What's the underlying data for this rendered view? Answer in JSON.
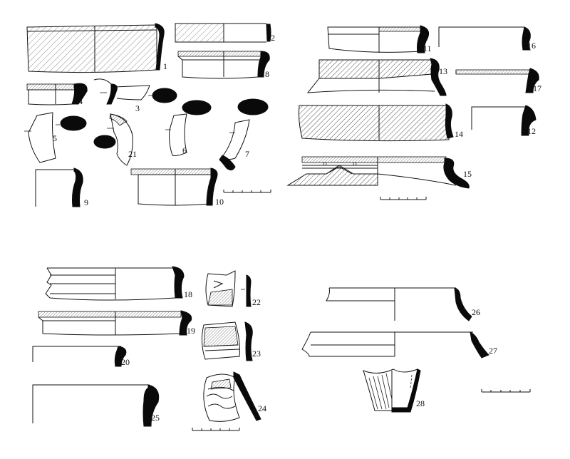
{
  "figure": {
    "sherd_numbers": {
      "n1": "1",
      "n2": "2",
      "n3": "3",
      "n4": "4",
      "n5": "5",
      "n6": "6",
      "n7": "7",
      "n8": "8",
      "n9": "9",
      "n10": "10",
      "n11": "11",
      "n12": "12",
      "n13": "13",
      "n14": "14",
      "n15": "15",
      "n16": "16",
      "n17": "17",
      "n18": "18",
      "n19": "19",
      "n20": "20",
      "n21": "21",
      "n22": "22",
      "n23": "23",
      "n24": "24",
      "n25": "25",
      "n26": "26",
      "n27": "27",
      "n28": "28"
    },
    "scale_bars": [
      "top-left",
      "top-right",
      "bottom-left",
      "bottom-right"
    ],
    "colors": {
      "ink": "#0a0a0a",
      "paper": "#ffffff"
    }
  }
}
